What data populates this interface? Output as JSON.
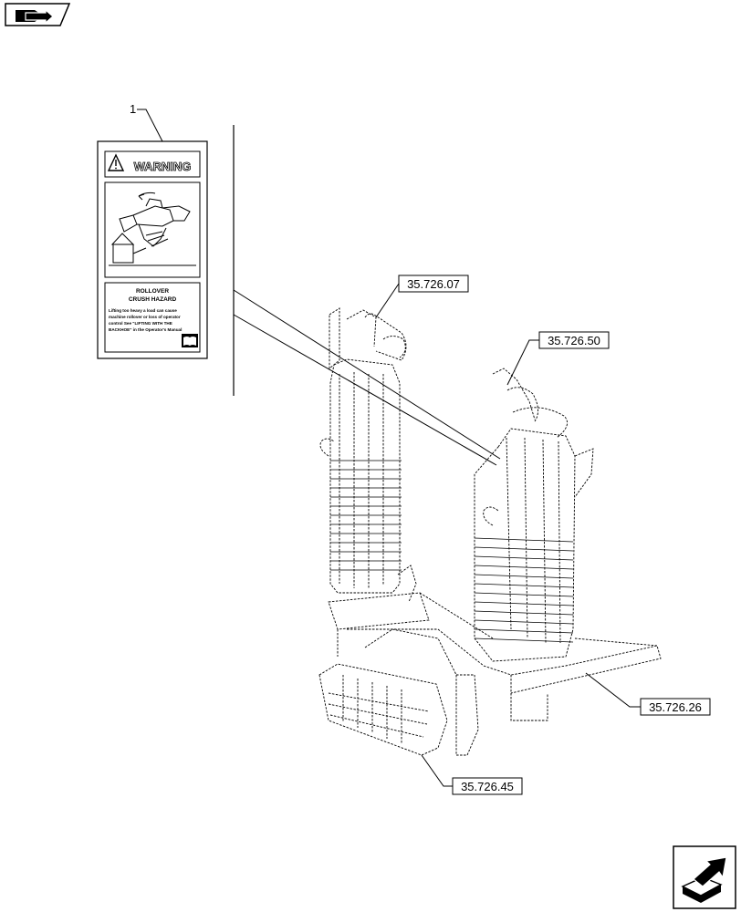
{
  "item_number": "1",
  "decal": {
    "header": "WARNING",
    "hazard_title_line1": "ROLLOVER",
    "hazard_title_line2": "CRUSH HAZARD",
    "body_lines": [
      "Lifting too heavy a load can cause",
      "machine rollover or loss of operator",
      "control See \"LIFTING WITH THE",
      "BACKHOE\" in the Operator's Manual"
    ]
  },
  "references": {
    "ref_35_726_07": "35.726.07",
    "ref_35_726_50": "35.726.50",
    "ref_35_726_26": "35.726.26",
    "ref_35_726_45": "35.726.45"
  },
  "icons": {
    "top_left": "book-arrow-icon",
    "bottom_right": "next-page-arrow-icon",
    "decal_manual": "operator-manual-icon"
  }
}
